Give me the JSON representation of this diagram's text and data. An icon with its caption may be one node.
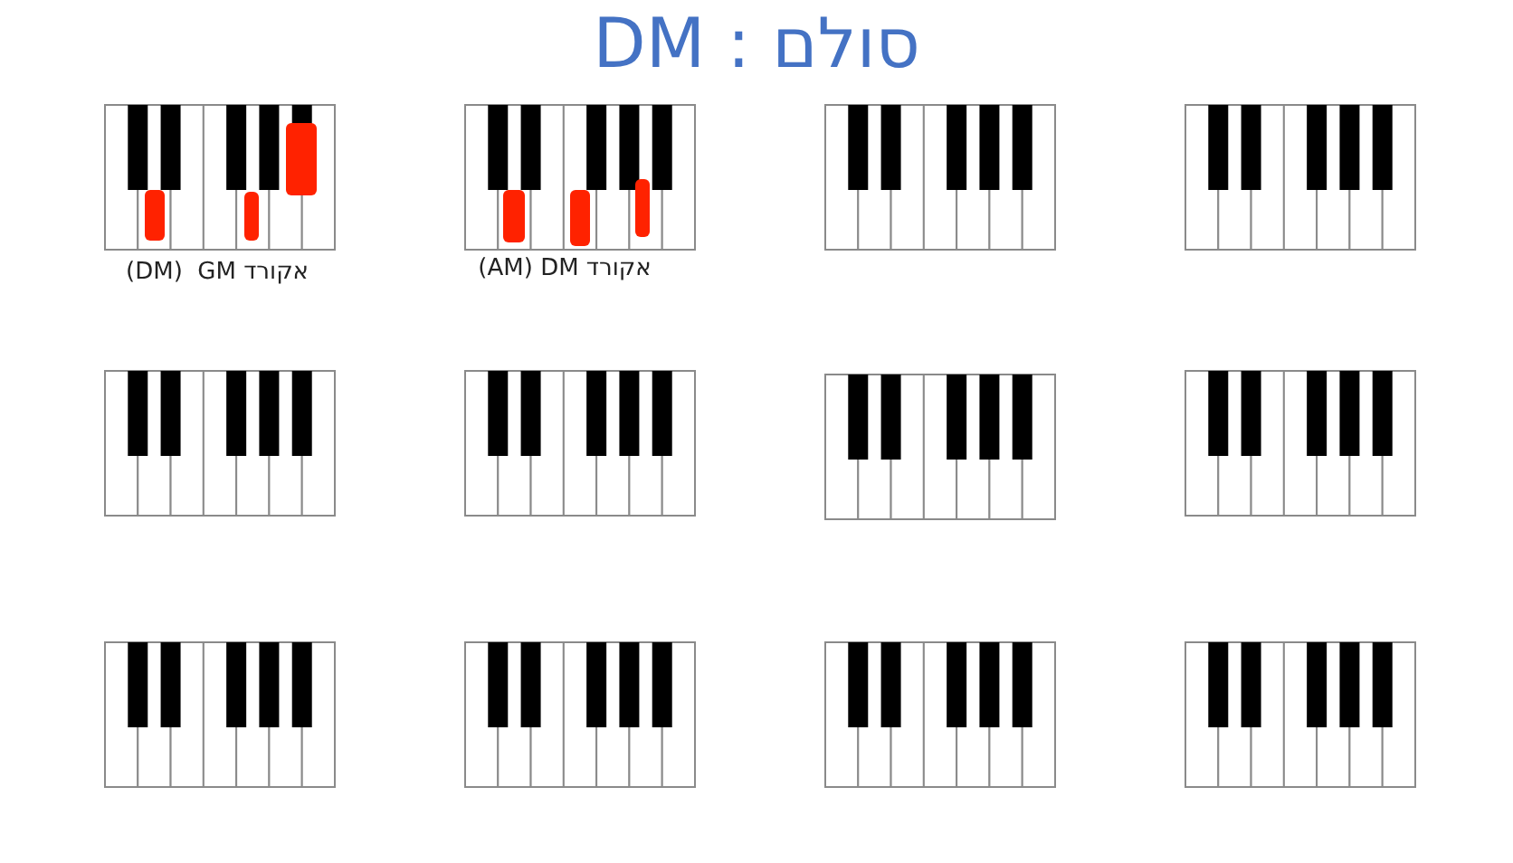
{
  "diagram": {
    "title": "DM : סולם",
    "labels": [
      "(DM)  GM אקורד",
      "(AM) DM אקורד"
    ]
  }
}
